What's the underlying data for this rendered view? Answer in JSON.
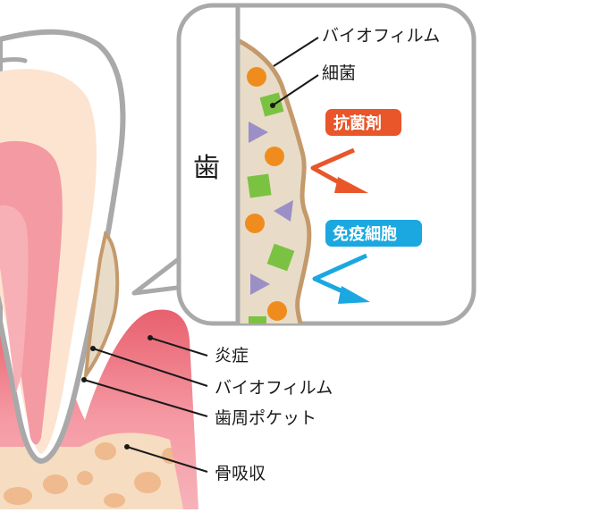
{
  "callout": {
    "tooth_label": "歯",
    "biofilm_label": "バイオフィルム",
    "bacteria_label": "細菌",
    "antibacterial_tag": "抗菌剤",
    "immune_tag": "免疫細胞"
  },
  "labels": {
    "inflammation": "炎症",
    "biofilm": "バイオフィルム",
    "periodontal_pocket": "歯周ポケット",
    "bone_resorption": "骨吸収"
  },
  "colors": {
    "antibacterial": "#e8562a",
    "immune": "#1ba8e0",
    "bacteria_orange": "#f08c1e",
    "bacteria_green": "#7cc242",
    "bacteria_purple": "#9b8fc6",
    "biofilm_fill": "#e8dcc8",
    "biofilm_edge": "#c49a6c",
    "gum": "#ee7a86",
    "bone": "#f6dcc0",
    "enamel": "#fce4d0",
    "pulp": "#f49aa2"
  }
}
